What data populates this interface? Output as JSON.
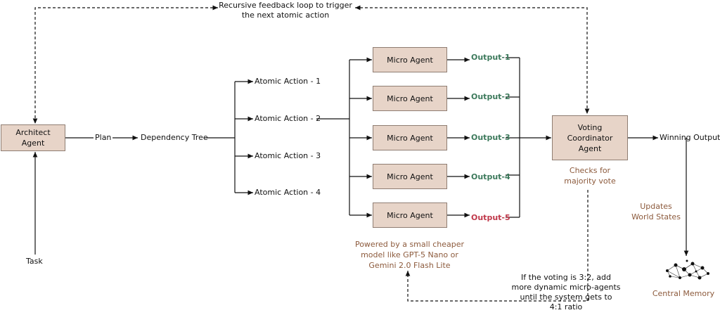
{
  "feedback_label": [
    "Recursive feedback loop to trigger",
    "the next atomic action"
  ],
  "architect": [
    "Architect",
    "Agent"
  ],
  "plan_label": "Plan",
  "dependency_tree_label": "Dependency Tree",
  "task_label": "Task",
  "atomic_actions": [
    "Atomic Action - 1",
    "Atomic Action - 2",
    "Atomic Action - 3",
    "Atomic Action - 4"
  ],
  "micro_agents": [
    "Micro Agent",
    "Micro Agent",
    "Micro Agent",
    "Micro Agent",
    "Micro Agent"
  ],
  "outputs": [
    "Output-1",
    "Output-2",
    "Output-3",
    "Output-4",
    "Output-5"
  ],
  "micro_note": [
    "Powered by a small cheaper",
    "model like GPT-5 Nano or",
    "Gemini 2.0 Flash Lite"
  ],
  "coordinator": [
    "Voting",
    "Coordinator",
    "Agent"
  ],
  "coordinator_note": [
    "Checks for",
    "majority vote"
  ],
  "winning_output_label": "Winning Output",
  "updates_label": [
    "Updates",
    "World States"
  ],
  "voting_note": [
    "If the voting is 3:2, add",
    "more dynamic micro-agents",
    "until the system gets to",
    "4:1 ratio"
  ],
  "central_memory_label": "Central Memory",
  "icons": {
    "memory": "network-graph-icon"
  },
  "colors": {
    "box_fill": "#e7d4c8",
    "output_ok": "#3d7a5c",
    "output_bad": "#c0394b",
    "note": "#8c5a3c"
  }
}
